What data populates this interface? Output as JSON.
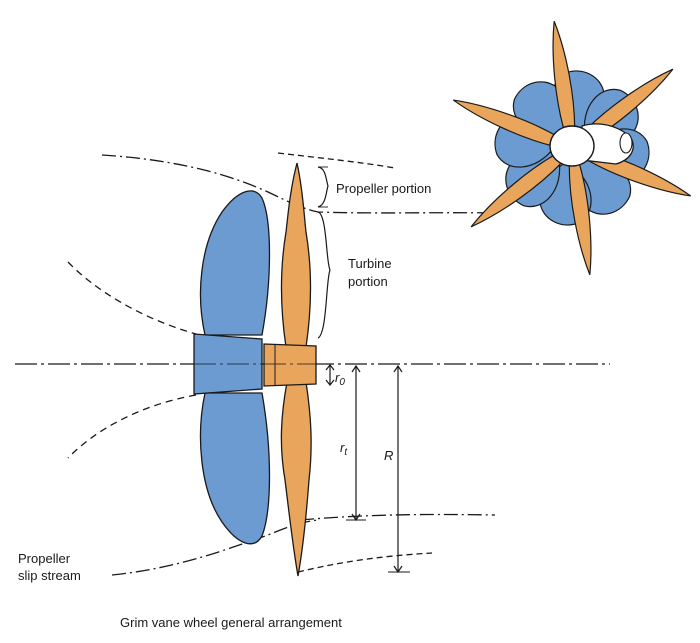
{
  "labels": {
    "propeller_portion": "Propeller portion",
    "turbine_line1": "Turbine",
    "turbine_line2": "portion",
    "r0_main": "r",
    "r0_sub": "0",
    "rt_main": "r",
    "rt_sub": "t",
    "R": "R",
    "slip_line1": "Propeller",
    "slip_line2": "slip stream"
  },
  "caption": "Grim vane wheel general arrangement",
  "colors": {
    "vane_wheel_blue": "#6b9bd0",
    "propeller_orange": "#e8a55b",
    "hub_white": "#ffffff",
    "line": "#1a1a1a"
  },
  "inset": {
    "blue_vane_count": 8,
    "orange_blade_count": 6
  }
}
